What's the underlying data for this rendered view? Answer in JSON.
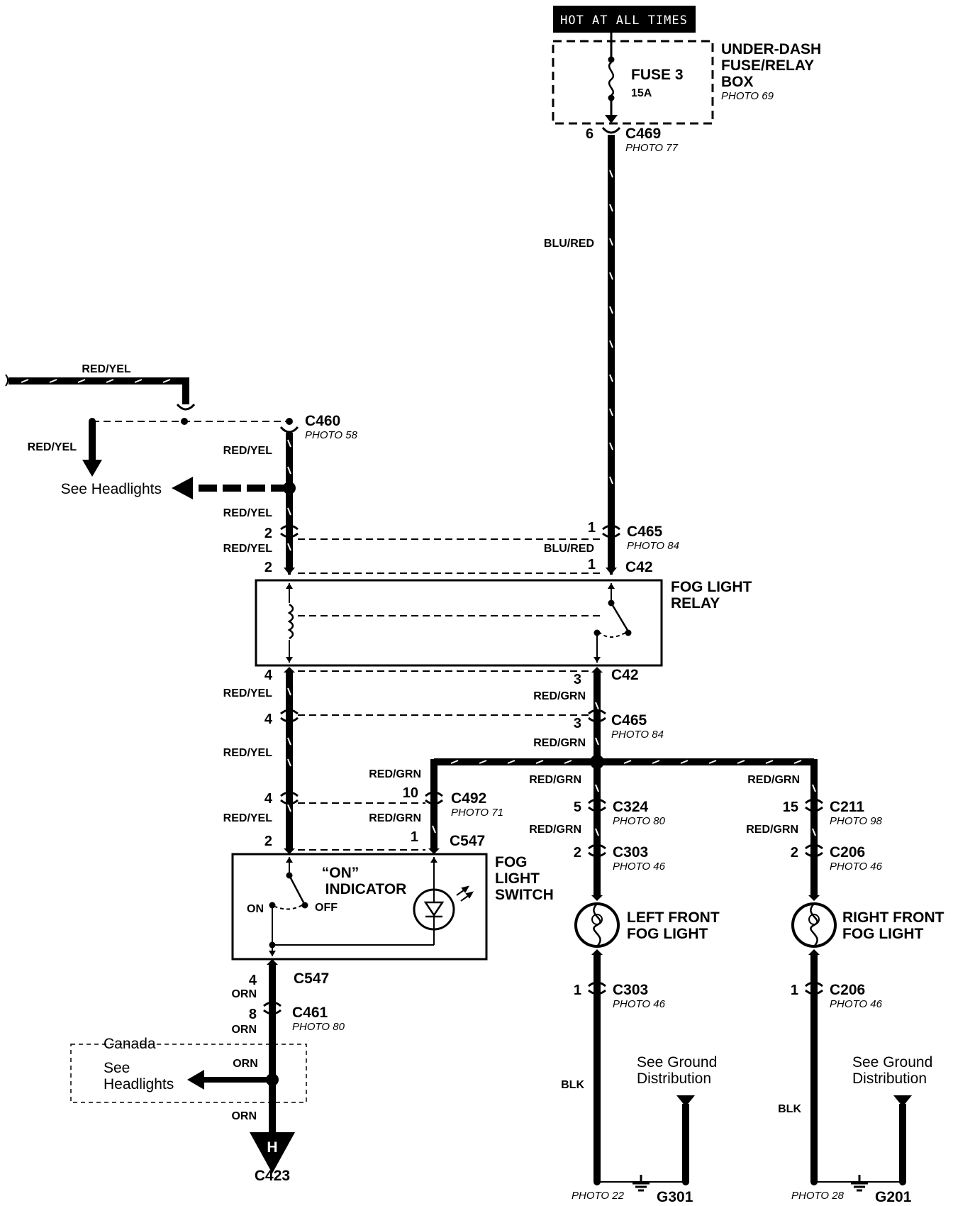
{
  "power": {
    "hot_label": "HOT AT ALL TIMES",
    "fuse_name": "FUSE 3",
    "fuse_rating": "15A",
    "box_title": [
      "UNDER-DASH",
      "FUSE/RELAY",
      "BOX"
    ],
    "box_photo": "PHOTO 69"
  },
  "connectors": {
    "c469": {
      "name": "C469",
      "photo": "PHOTO 77",
      "pin": "6"
    },
    "c460": {
      "name": "C460",
      "photo": "PHOTO 58"
    },
    "c465_top": {
      "name": "C465",
      "photo": "PHOTO 84",
      "pin_left": "2",
      "pin_right": "1"
    },
    "c42_top": {
      "name": "C42",
      "pin_left": "2",
      "pin_right": "1"
    },
    "c42_bottom": {
      "name": "C42",
      "pin_left": "4",
      "pin_right": "3"
    },
    "c465_bottom": {
      "name": "C465",
      "photo": "PHOTO 84",
      "pin_left": "4",
      "pin_right": "3"
    },
    "c492": {
      "name": "C492",
      "photo": "PHOTO 71",
      "pin_left": "4",
      "pin_right": "10"
    },
    "c547_top": {
      "name": "C547",
      "pin_left": "2",
      "pin_right": "1"
    },
    "c547_bottom": {
      "name": "C547",
      "pin": "4"
    },
    "c461": {
      "name": "C461",
      "photo": "PHOTO 80",
      "pin": "8"
    },
    "c423": {
      "name": "C423",
      "symbol": "H"
    },
    "c324": {
      "name": "C324",
      "photo": "PHOTO 80",
      "pin": "5"
    },
    "c211": {
      "name": "C211",
      "photo": "PHOTO 98",
      "pin": "15"
    },
    "c303_top": {
      "name": "C303",
      "photo": "PHOTO 46",
      "pin": "2"
    },
    "c206_top": {
      "name": "C206",
      "photo": "PHOTO 46",
      "pin": "2"
    },
    "c303_bottom": {
      "name": "C303",
      "photo": "PHOTO 46",
      "pin": "1"
    },
    "c206_bottom": {
      "name": "C206",
      "photo": "PHOTO 46",
      "pin": "1"
    }
  },
  "wires": {
    "blu_red": "BLU/RED",
    "red_yel": "RED/YEL",
    "red_grn": "RED/GRN",
    "orn": "ORN",
    "blk": "BLK"
  },
  "components": {
    "relay": [
      "FOG LIGHT",
      "RELAY"
    ],
    "switch": [
      "FOG",
      "LIGHT",
      "SWITCH"
    ],
    "indicator": [
      "“ON”",
      "INDICATOR"
    ],
    "on_label": "ON",
    "off_label": "OFF",
    "left_fog": [
      "LEFT FRONT",
      "FOG LIGHT"
    ],
    "right_fog": [
      "RIGHT FRONT",
      "FOG LIGHT"
    ]
  },
  "references": {
    "see_headlights": "See  Headlights",
    "canada": "Canada",
    "see": "See",
    "headlights": "Headlights",
    "see_ground": "See  Ground",
    "distribution": "Distribution"
  },
  "grounds": {
    "left": {
      "name": "G301",
      "photo": "PHOTO 22"
    },
    "right": {
      "name": "G201",
      "photo": "PHOTO 28"
    }
  }
}
